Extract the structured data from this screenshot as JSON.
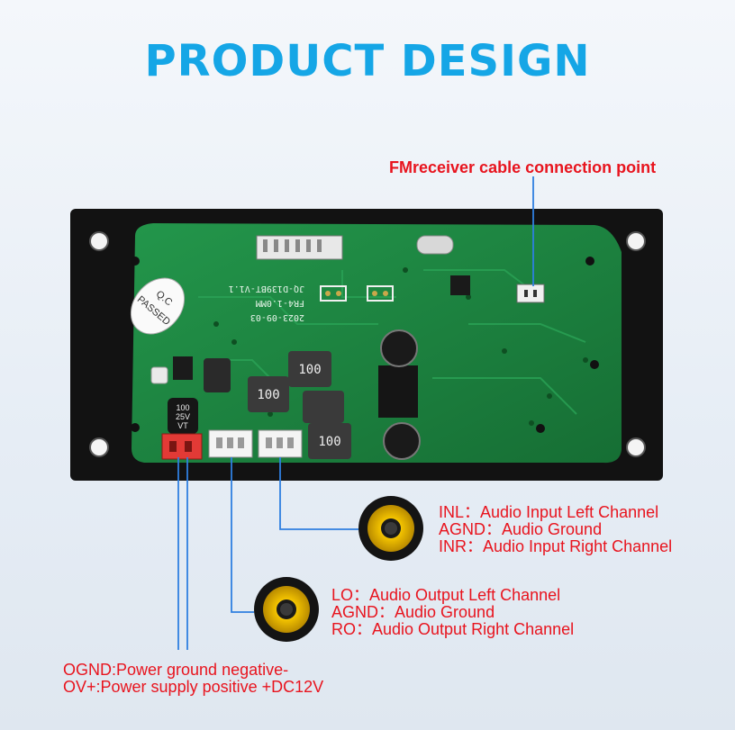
{
  "title": "PRODUCT DESIGN",
  "callouts": {
    "fm_receiver": "FMreceiver cable connection point",
    "input": [
      "INL：Audio Input Left Channel",
      "AGND：Audio Ground",
      "INR：Audio Input Right Channel"
    ],
    "output": [
      "LO：Audio Output Left Channel",
      "AGND：Audio Ground",
      "RO：Audio Output Right Channel"
    ],
    "power": [
      "OGND:Power ground negative-",
      "OV+:Power supply positive +DC12V"
    ]
  },
  "board_markings": {
    "qc_stamp": [
      "Q.C",
      "PASSED"
    ],
    "date": "2023-09-03",
    "thickness": "FR4-1.0MM",
    "model": "JQ-D139BT-V1.1",
    "inductor": "100",
    "capacitor": [
      "100",
      "25V",
      "VT"
    ]
  },
  "colors": {
    "title": "#15a6e6",
    "callout": "#e8141e",
    "leader": "#2f7fe0",
    "pcb": "#1e8a43",
    "frame": "#121212"
  }
}
